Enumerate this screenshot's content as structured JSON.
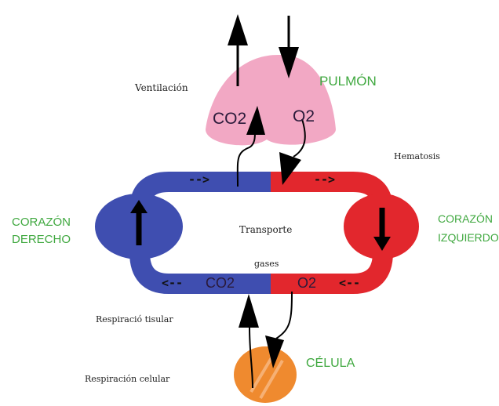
{
  "labels": {
    "ventilacion": "Ventilación",
    "pulmon": "PULMÓN",
    "co2_lung": "CO2",
    "o2_lung": "O2",
    "hematosis": "Hematosis",
    "corazon_derecho_1": "CORAZÓN",
    "corazon_derecho_2": "DERECHO",
    "corazon_izquierdo_1": "CORAZÓN",
    "corazon_izquierdo_2": "IZQUIERDO",
    "transporte": "Transporte",
    "gases": "gases",
    "flow_top_left": "-->",
    "flow_top_right": "-->",
    "flow_bottom_left": "<--",
    "flow_bottom_right": "<--",
    "co2_vessel": "CO2",
    "o2_vessel": "O2",
    "respiracion_tisular": "Respiració tisular",
    "celula": "CÉLULA",
    "respiracion_celular": "Respiración celular"
  },
  "colors": {
    "venous": "#3f4eb0",
    "arterial": "#e2272d",
    "lung": "#f2a8c4",
    "cell": "#ef8a2f",
    "label_green": "#3fa83f"
  }
}
